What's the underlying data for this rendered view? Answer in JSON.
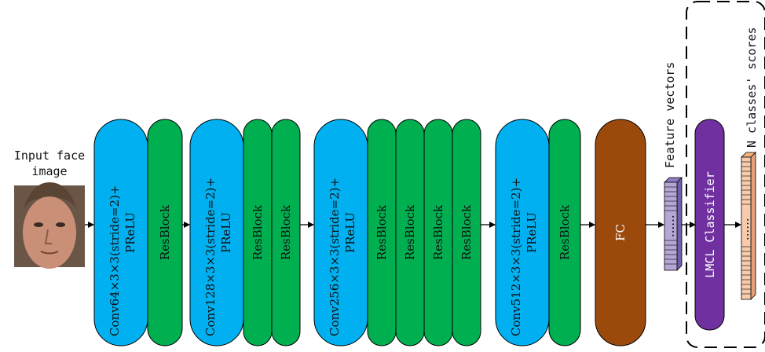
{
  "input": {
    "label_line1": "Input face",
    "label_line2": "image"
  },
  "stages": [
    {
      "conv_label": "Conv64×3×3(stride=2)+",
      "act_label": "PReLU",
      "resblocks": 1
    },
    {
      "conv_label": "Conv128×3×3(stride=2)+",
      "act_label": "PReLU",
      "resblocks": 2
    },
    {
      "conv_label": "Conv256×3×3(stride=2)+",
      "act_label": "PReLU",
      "resblocks": 4
    },
    {
      "conv_label": "Conv512×3×3(stride=2)+",
      "act_label": "PReLU",
      "resblocks": 1
    }
  ],
  "resblock_label": "ResBlock",
  "fc_label": "FC",
  "feature_label": "Feature vectors",
  "classifier_label": "LMCL Classifier",
  "scores_label": "N classes' scores",
  "ellipsis": "......",
  "colors": {
    "conv": "#00b0f0",
    "resblock": "#00b050",
    "fc": "#9c4a0c",
    "classifier": "#7030a0",
    "feature_vector": "#b4a7d6",
    "scores_vector": "#f8cbad"
  }
}
